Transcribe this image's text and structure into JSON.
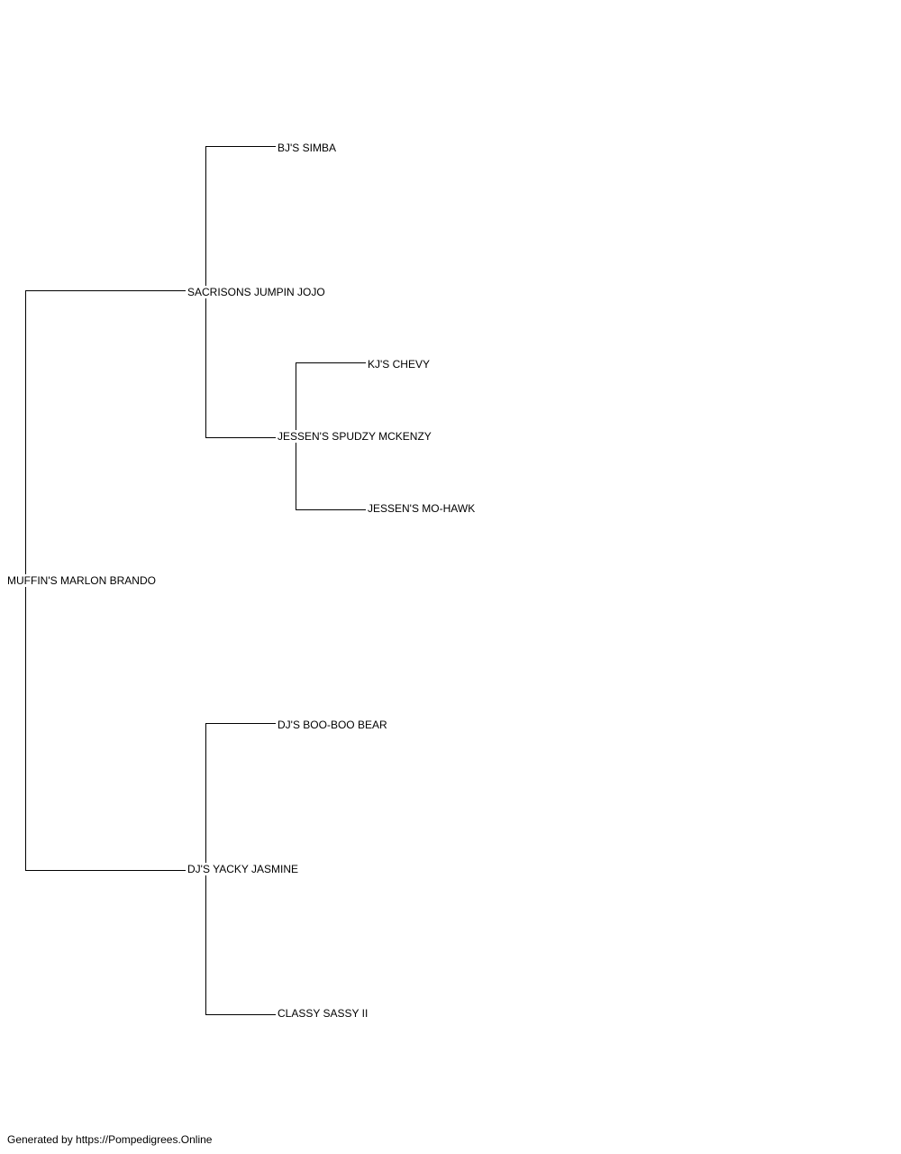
{
  "pedigree": {
    "subject": "MUFFIN'S MARLON BRANDO",
    "sire": {
      "name": "SACRISONS JUMPIN JOJO",
      "sire": {
        "name": "BJ'S SIMBA"
      },
      "dam": {
        "name": "JESSEN'S SPUDZY MCKENZY",
        "sire": {
          "name": "KJ'S CHEVY"
        },
        "dam": {
          "name": "JESSEN'S MO-HAWK"
        }
      }
    },
    "dam": {
      "name": "DJ'S YACKY JASMINE",
      "sire": {
        "name": "DJ'S BOO-BOO BEAR"
      },
      "dam": {
        "name": "CLASSY SASSY II"
      }
    }
  },
  "footer": {
    "text": "Generated by https://Pompedigrees.Online"
  },
  "colors": {
    "line": "#000000",
    "text": "#000000",
    "background": "#ffffff"
  }
}
